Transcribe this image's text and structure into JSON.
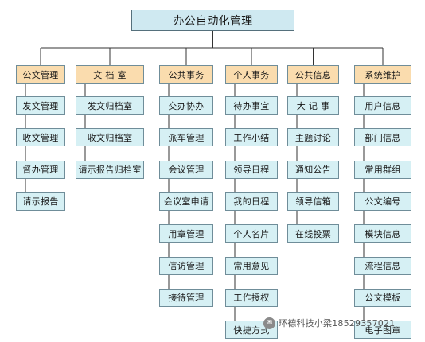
{
  "root": {
    "title": "办公自动化管理"
  },
  "columns": [
    {
      "title": "公文管理",
      "items": [
        "发文管理",
        "收文管理",
        "督办管理",
        "请示报告"
      ]
    },
    {
      "title": "文 档 室",
      "items": [
        "发文归档室",
        "收文归档室",
        "请示报告归档室"
      ]
    },
    {
      "title": "公共事务",
      "items": [
        "交办协办",
        "派车管理",
        "会议管理",
        "会议室申请",
        "用章管理",
        "信访管理",
        "接待管理"
      ]
    },
    {
      "title": "个人事务",
      "items": [
        "待办事宜",
        "工作小结",
        "领导日程",
        "我的日程",
        "个人名片",
        "常用意见",
        "工作授权",
        "快捷方式"
      ]
    },
    {
      "title": "公共信息",
      "items": [
        "大 记 事",
        "主题讨论",
        "通知公告",
        "领导信箱",
        "在线投票"
      ]
    },
    {
      "title": "系统维护",
      "items": [
        "用户信息",
        "部门信息",
        "常用群组",
        "公文编号",
        "模块信息",
        "流程信息",
        "公文模板",
        "电子图章"
      ]
    }
  ],
  "watermark": {
    "icon": "wechat-icon",
    "text": "环德科技小梁18529357021"
  },
  "colors": {
    "root": "#cfe9f1",
    "category": "#fadcae",
    "item": "#d6f0f4",
    "line": "#333333"
  }
}
